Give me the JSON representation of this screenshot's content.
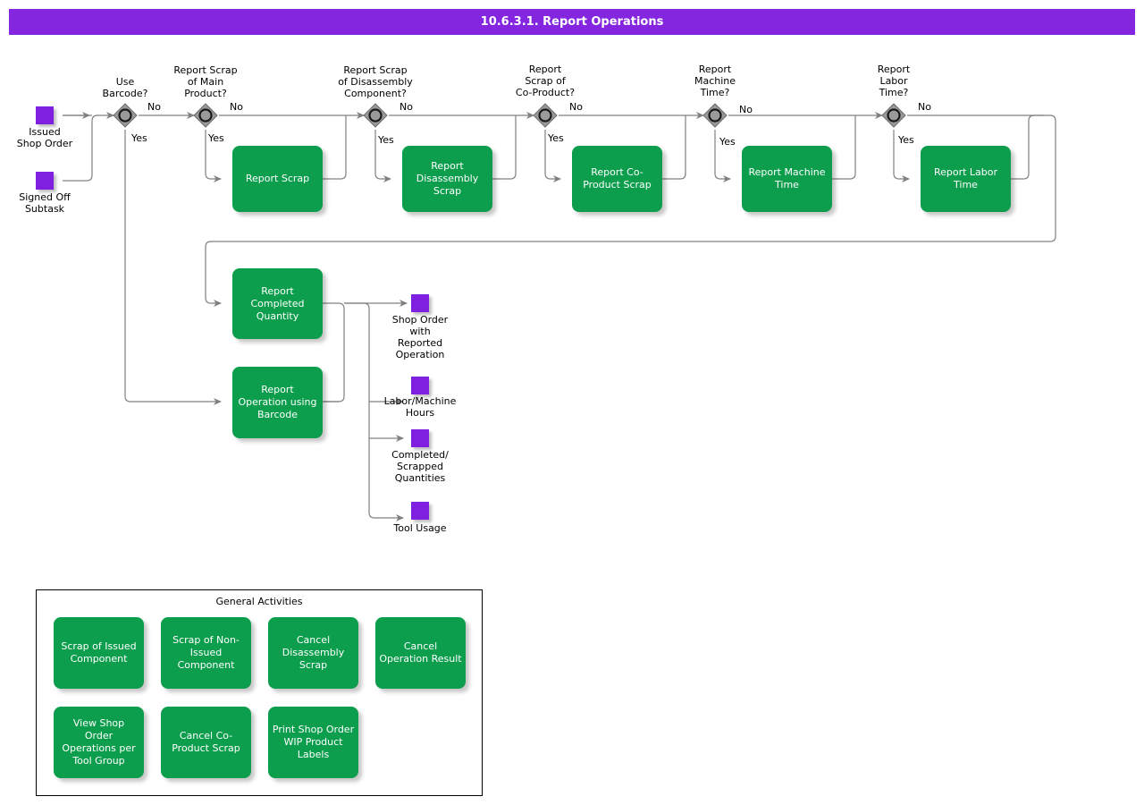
{
  "header": {
    "title": "10.6.3.1. Report Operations"
  },
  "colors": {
    "header_purple": "#8425e0",
    "data_object_purple": "#7f1fe0",
    "task_green": "#0c9e4d",
    "gateway_gray": "#999999",
    "connector_gray": "#808080",
    "text_white": "#ffffff",
    "text_black": "#000000"
  },
  "diagram": {
    "inputs": [
      {
        "label": "Issued\nShop Order"
      },
      {
        "label": "Signed Off\nSubtask"
      }
    ],
    "gateways": [
      {
        "question": "Use\nBarcode?",
        "yes": "Yes",
        "no": "No"
      },
      {
        "question": "Report Scrap\nof Main\nProduct?",
        "yes": "Yes",
        "no": "No"
      },
      {
        "question": "Report Scrap\nof Disassembly\nComponent?",
        "yes": "Yes",
        "no": "No"
      },
      {
        "question": "Report\nScrap of\nCo-Product?",
        "yes": "Yes",
        "no": "No"
      },
      {
        "question": "Report\nMachine\nTime?",
        "yes": "Yes",
        "no": "No"
      },
      {
        "question": "Report\nLabor\nTime?",
        "yes": "Yes",
        "no": "No"
      }
    ],
    "tasks": [
      {
        "label": "Report Scrap"
      },
      {
        "label": "Report\nDisassembly\nScrap"
      },
      {
        "label": "Report Co-\nProduct Scrap"
      },
      {
        "label": "Report Machine\nTime"
      },
      {
        "label": "Report Labor\nTime"
      },
      {
        "label": "Report\nCompleted\nQuantity"
      },
      {
        "label": "Report\nOperation using\nBarcode"
      }
    ],
    "outputs": [
      {
        "label": "Shop Order\nwith\nReported\nOperation"
      },
      {
        "label": "Labor/Machine\nHours"
      },
      {
        "label": "Completed/\nScrapped\nQuantities"
      },
      {
        "label": "Tool Usage"
      }
    ]
  },
  "general_activities": {
    "title": "General Activities",
    "items": [
      {
        "label": "Scrap of Issued\nComponent"
      },
      {
        "label": "Scrap of Non-\nIssued\nComponent"
      },
      {
        "label": "Cancel\nDisassembly\nScrap"
      },
      {
        "label": "Cancel\nOperation Result"
      },
      {
        "label": "View Shop\nOrder\nOperations per\nTool Group"
      },
      {
        "label": "Cancel Co-\nProduct Scrap"
      },
      {
        "label": "Print Shop Order\nWIP Product\nLabels"
      }
    ]
  }
}
